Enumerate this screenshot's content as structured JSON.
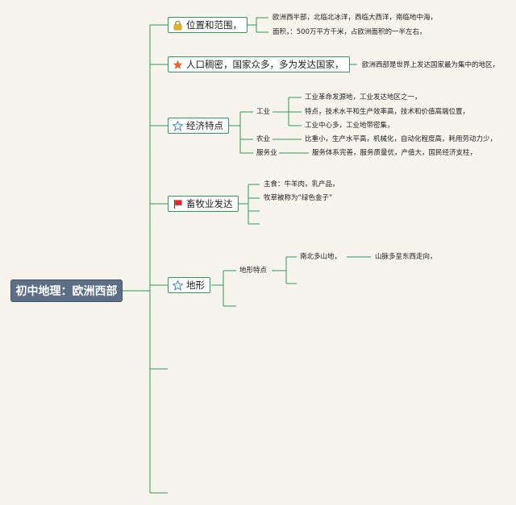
{
  "root": {
    "label": "初中地理：欧洲西部"
  },
  "topics": [
    {
      "id": "location",
      "label": "位置和范围，",
      "icon": "lock-icon",
      "details": [
        "欧洲西半部，北临北冰洋，西临大西洋，南临地中海，",
        "面积，：500万平方千米，占欧洲面积的一半左右，"
      ]
    },
    {
      "id": "population",
      "label": "人口稠密，国家众多，多为发达国家，",
      "icon": "star-filled-icon",
      "details": [
        "欧洲西部是世界上发达国家最为集中的地区，"
      ]
    },
    {
      "id": "economy",
      "label": "经济特点",
      "icon": "star-outline-icon",
      "groups": [
        {
          "label": "工业",
          "items": [
            "工业革命发源地，工业发达地区之一，",
            "特点，技术水平和生产效率高，技术和价值高端位置，",
            "工业中心多，工业地带密集，"
          ]
        },
        {
          "label": "农业",
          "items": [
            "比重小，生产水平高，机械化，自动化程度高，耗用劳动力少，"
          ]
        },
        {
          "label": "服务业",
          "items": [
            "服务体系完善，服务质量优，产值大，国民经济支柱，"
          ]
        }
      ]
    },
    {
      "id": "livestock",
      "label": "畜牧业发达",
      "icon": "flag-icon",
      "details": [
        "主食：牛羊肉，乳产品，",
        "牧草被称为“绿色金子”"
      ]
    },
    {
      "id": "terrain",
      "label": "地形",
      "icon": "star-outline-icon",
      "group": {
        "label": "地形特点",
        "item": "南北多山地，",
        "subitem": "山脉多呈东西走向，"
      }
    }
  ],
  "colors": {
    "line": "#2e9a5b",
    "root_bg": "#5d6f86",
    "star_filled": "#e8632b",
    "star_outline": "#2d7fc1",
    "flag": "#d92b2b",
    "lock": "#e1b325"
  }
}
